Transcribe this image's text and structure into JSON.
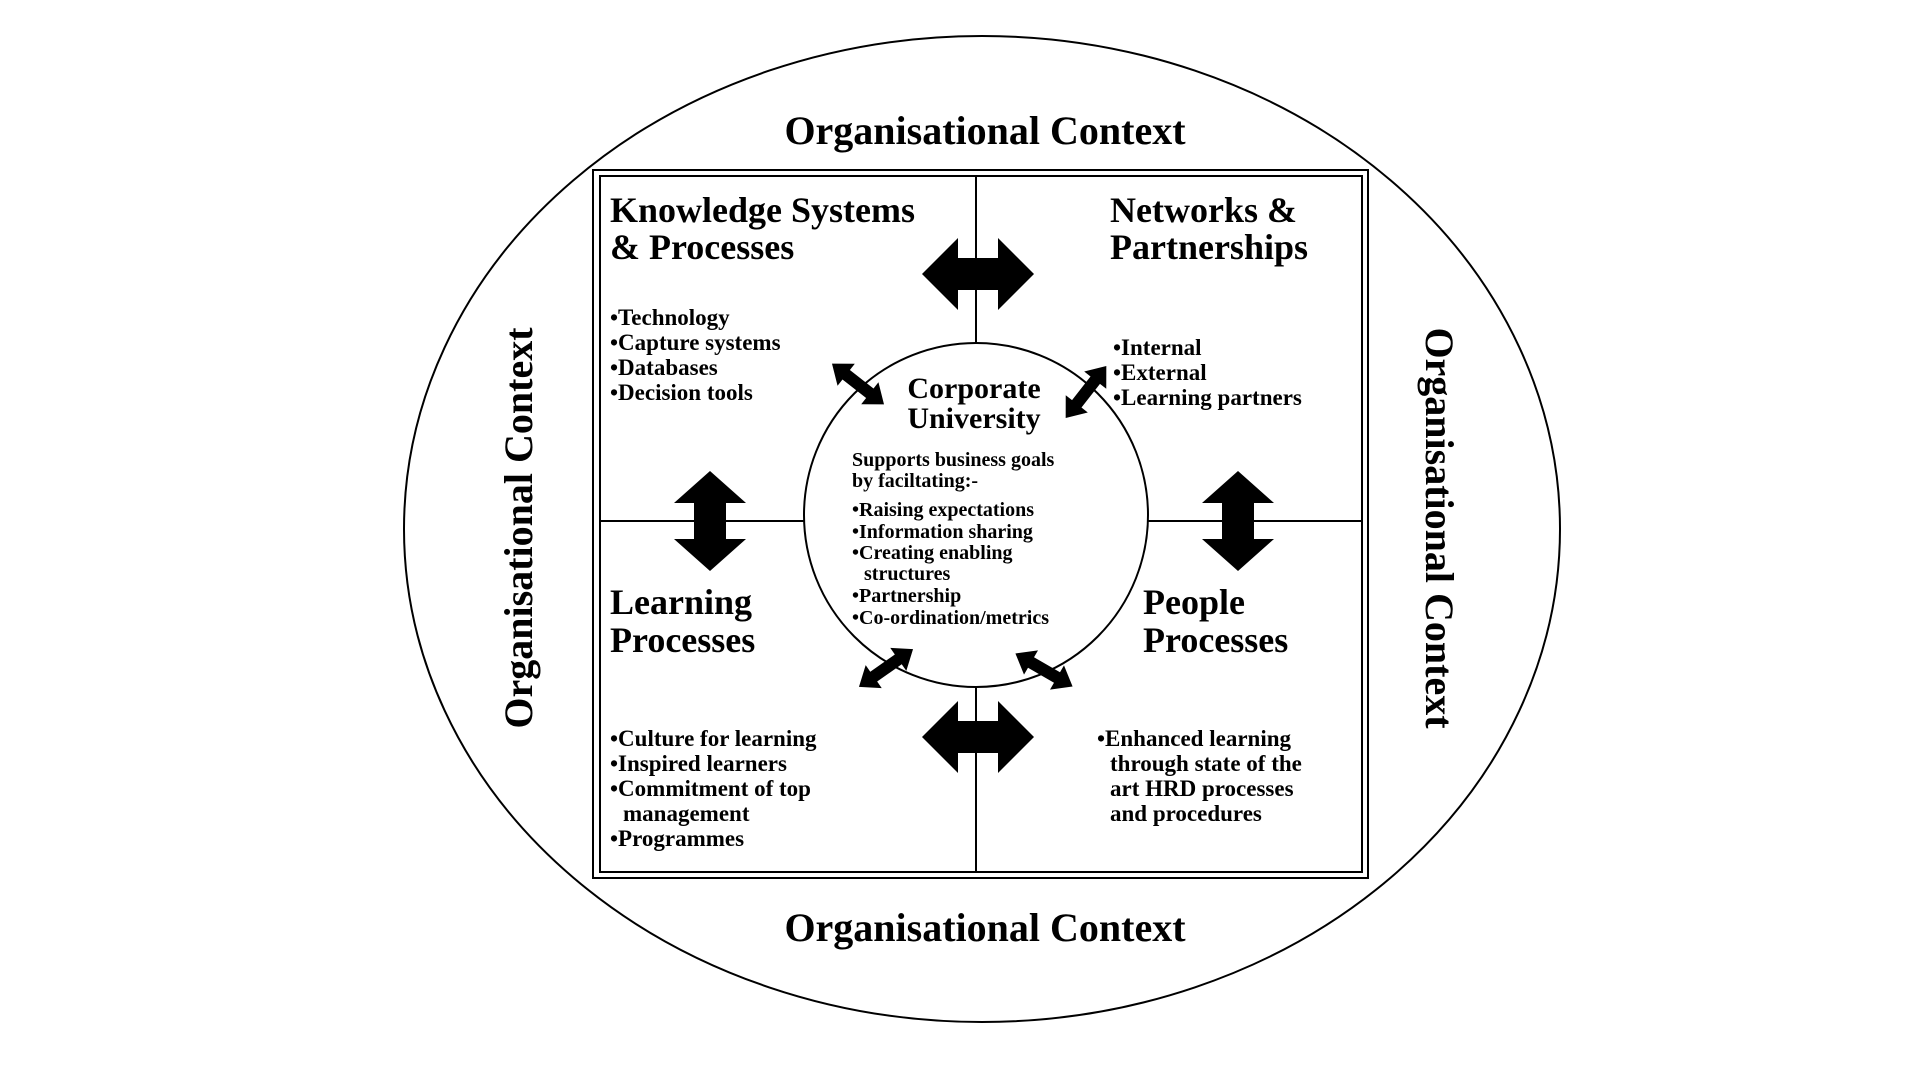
{
  "diagram": {
    "context": {
      "top": "Organisational Context",
      "bottom": "Organisational Context",
      "left": "Organisational Context",
      "right": "Organisational Context"
    },
    "knowledge": {
      "title_line1": "Knowledge Systems",
      "title_line2": "& Processes",
      "items": [
        "•Technology",
        "•Capture systems",
        "•Databases",
        "•Decision tools"
      ]
    },
    "networks": {
      "title_line1": "Networks &",
      "title_line2": "Partnerships",
      "items": [
        "•Internal",
        "•External",
        "•Learning partners"
      ]
    },
    "learning": {
      "title_line1": "Learning",
      "title_line2": "Processes",
      "items": [
        "•Culture for learning",
        "•Inspired learners",
        "•Commitment of top",
        "management",
        "•Programmes"
      ]
    },
    "people": {
      "title_line1": "People",
      "title_line2": "Processes",
      "items": [
        "•Enhanced learning",
        "through state of the",
        "art HRD processes",
        "and procedures"
      ]
    },
    "center": {
      "title_line1": "Corporate",
      "title_line2": "University",
      "intro_line1": "Supports business goals",
      "intro_line2": "by faciltating:-",
      "items": [
        "•Raising expectations",
        "•Information sharing",
        "•Creating enabling",
        "structures",
        "•Partnership",
        "•Co-ordination/metrics"
      ]
    },
    "colors": {
      "stroke": "#000000",
      "fill": "#000000",
      "background": "#ffffff"
    }
  }
}
